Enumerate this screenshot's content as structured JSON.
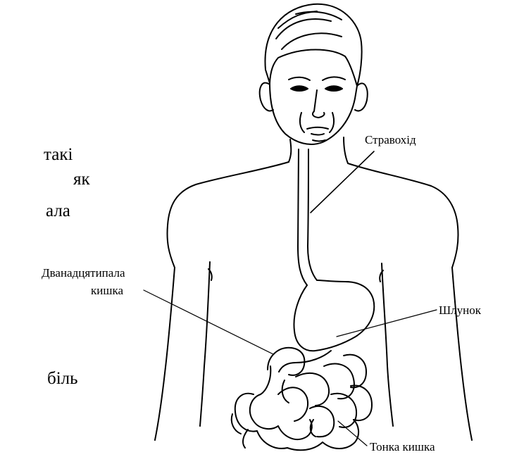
{
  "text_fragments": [
    "такі",
    "як",
    "ала",
    "біль"
  ],
  "labels": {
    "esophagus": "Стравохід",
    "duodenum": [
      "Дванадцятипала",
      "кишка"
    ],
    "stomach": "Шлунок",
    "small_intestine": "Тонка кишка"
  },
  "colors": {
    "ink": "#000000",
    "background": "#ffffff"
  }
}
